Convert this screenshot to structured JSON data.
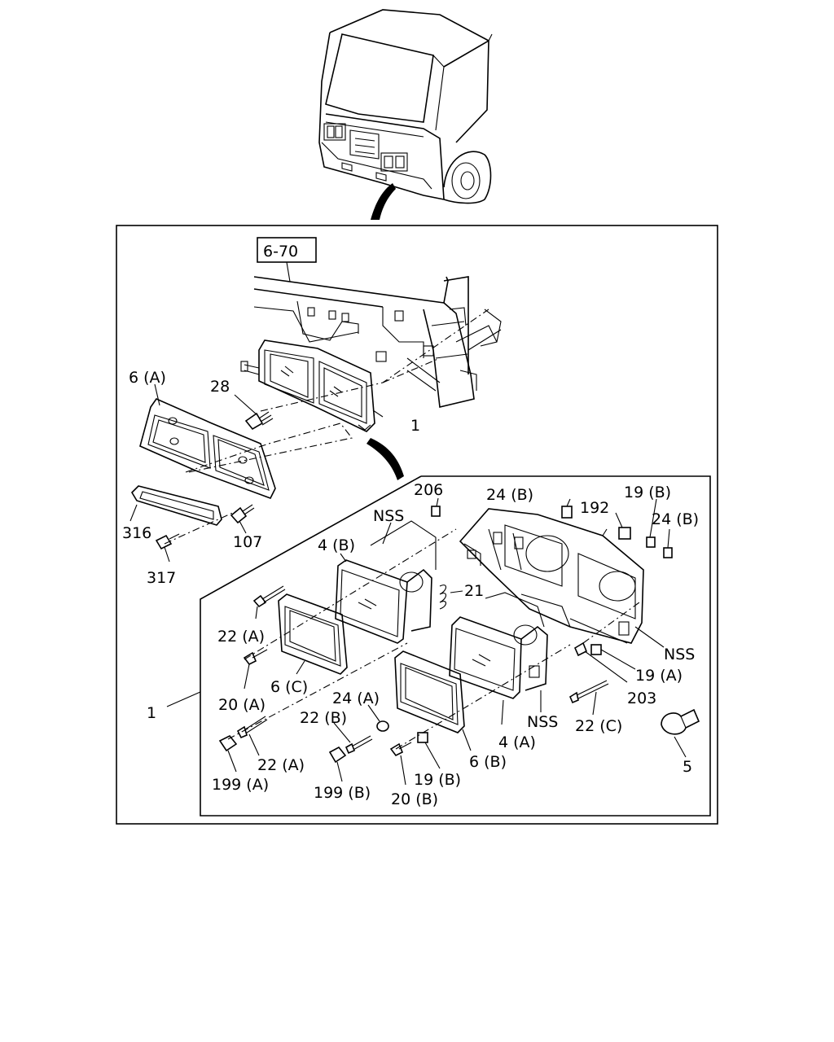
{
  "reference_box": "6-70",
  "labels": {
    "l_6A": "6 (A)",
    "l_28": "28",
    "l_1top": "1",
    "l_316": "316",
    "l_107": "107",
    "l_317": "317",
    "l_206": "206",
    "l_24B_a": "24 (B)",
    "l_192": "192",
    "l_19B_a": "19 (B)",
    "l_24B_b": "24 (B)",
    "l_NSS_a": "NSS",
    "l_4B": "4 (B)",
    "l_21": "21",
    "l_22A_a": "22 (A)",
    "l_NSS_b": "NSS",
    "l_19A": "19 (A)",
    "l_20A": "20 (A)",
    "l_6C": "6 (C)",
    "l_203": "203",
    "l_1left": "1",
    "l_24A": "24 (A)",
    "l_22B": "22 (B)",
    "l_NSS_c": "NSS",
    "l_22C": "22 (C)",
    "l_4A": "4 (A)",
    "l_22A_b": "22 (A)",
    "l_6B": "6 (B)",
    "l_5": "5",
    "l_199A": "199 (A)",
    "l_199B": "199 (B)",
    "l_19B_b": "19 (B)",
    "l_20B": "20 (B)"
  }
}
